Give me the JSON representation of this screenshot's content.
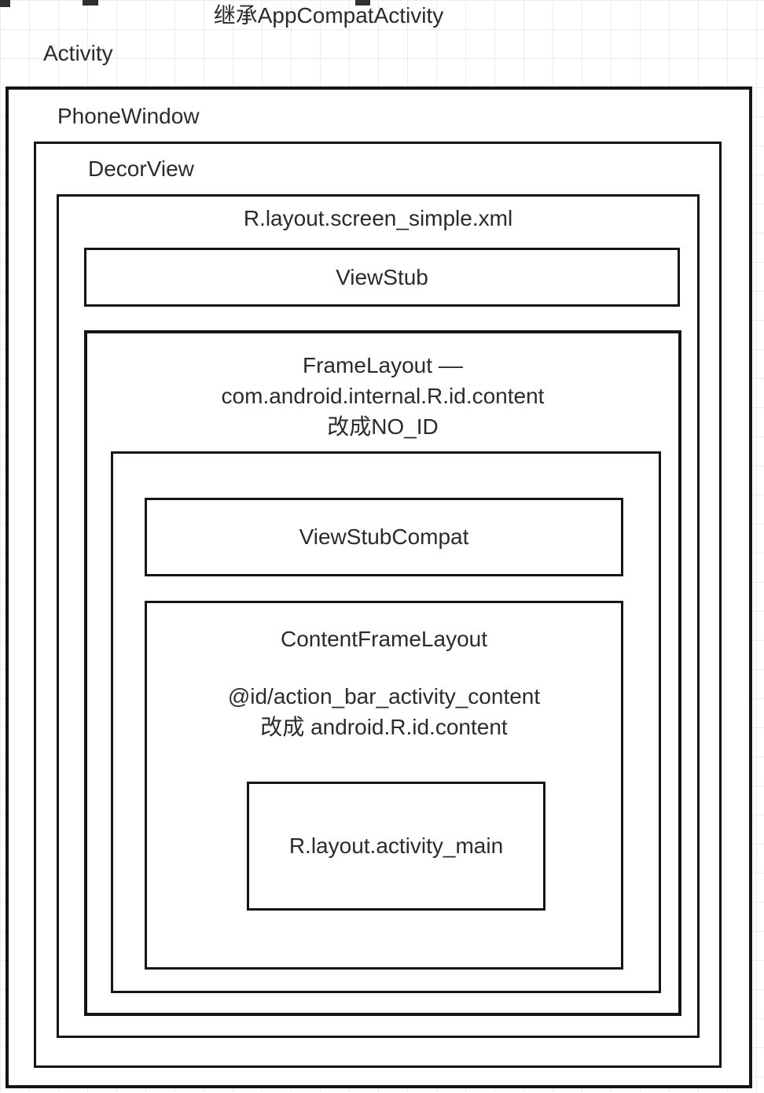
{
  "title": "继承AppCompatActivity",
  "labels": {
    "activity": "Activity",
    "phone_window": "PhoneWindow",
    "decor_view": "DecorView",
    "screen_simple": "R.layout.screen_simple.xml",
    "view_stub": "ViewStub",
    "frame_layout_title": "FrameLayout ––",
    "frame_layout_id": "com.android.internal.R.id.content",
    "frame_layout_note": "改成NO_ID",
    "view_stub_compat": "ViewStubCompat",
    "content_frame_layout": "ContentFrameLayout",
    "content_frame_id": "@id/action_bar_activity_content",
    "content_frame_note": "改成 android.R.id.content",
    "activity_main": "R.layout.activity_main"
  },
  "colors": {
    "border": "#151515",
    "text": "#2b2b2b",
    "grid": "#ececec",
    "background": "#ffffff"
  }
}
